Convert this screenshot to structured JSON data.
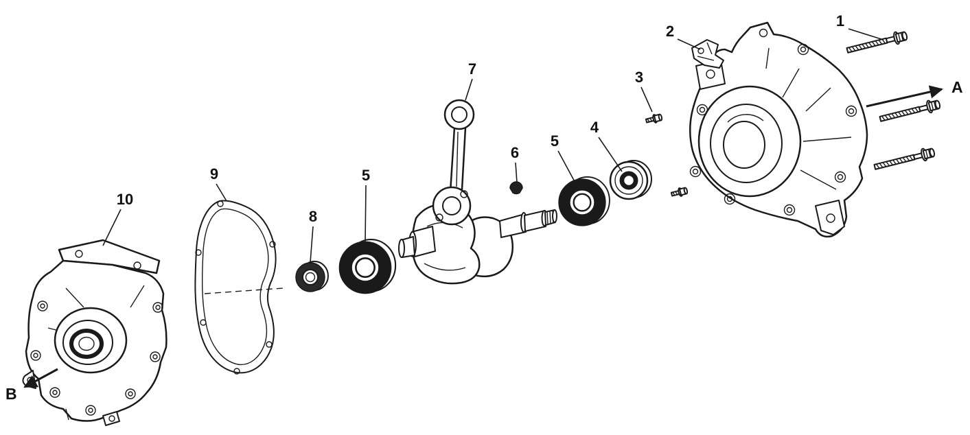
{
  "diagram": {
    "background_color": "#ffffff",
    "line_color": "#1a1a1a",
    "callouts": [
      {
        "label": "1"
      },
      {
        "label": "2"
      },
      {
        "label": "3"
      },
      {
        "label": "4"
      },
      {
        "label": "5"
      },
      {
        "label": "6"
      },
      {
        "label": "7"
      },
      {
        "label": "5"
      },
      {
        "label": "8"
      },
      {
        "label": "9"
      },
      {
        "label": "10"
      }
    ],
    "view_labels": {
      "a": "A",
      "b": "B"
    }
  }
}
